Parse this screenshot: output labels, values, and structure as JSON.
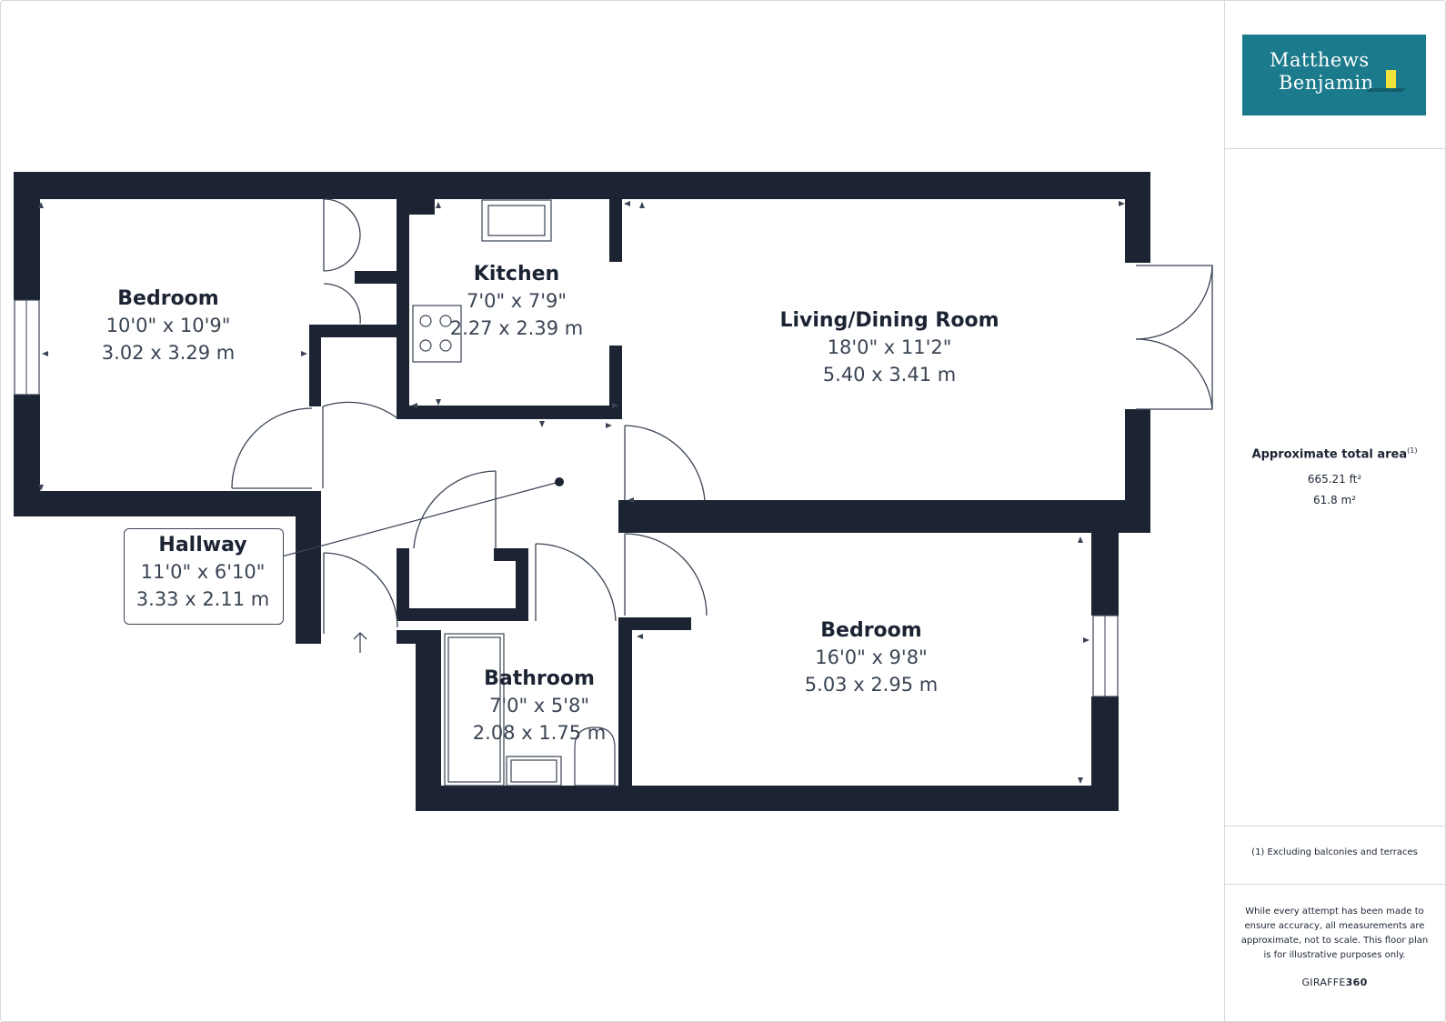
{
  "brand": {
    "logo_line1": "Matthews",
    "logo_line2": "Benjamin",
    "logo_accent_color": "#f2e33d",
    "logo_bg_color": "#1b7a8c"
  },
  "rooms": {
    "bedroom1": {
      "name": "Bedroom",
      "imperial": "10'0\" x 10'9\"",
      "metric": "3.02 x 3.29 m"
    },
    "kitchen": {
      "name": "Kitchen",
      "imperial": "7'0\" x 7'9\"",
      "metric": "2.27 x 2.39 m"
    },
    "living": {
      "name": "Living/Dining Room",
      "imperial": "18'0\" x 11'2\"",
      "metric": "5.40 x 3.41 m"
    },
    "hallway": {
      "name": "Hallway",
      "imperial": "11'0\" x 6'10\"",
      "metric": "3.33 x 2.11 m"
    },
    "bathroom": {
      "name": "Bathroom",
      "imperial": "7'0\" x 5'8\"",
      "metric": "2.08 x 1.75 m"
    },
    "bedroom2": {
      "name": "Bedroom",
      "imperial": "16'0\" x 9'8\"",
      "metric": "5.03 x 2.95 m"
    }
  },
  "area": {
    "title": "Approximate total area",
    "footnote_mark": "(1)",
    "sqft": "665.21 ft²",
    "sqm": "61.8 m²"
  },
  "footnote": "(1) Excluding balconies and terraces",
  "disclaimer": "While every attempt has been made to ensure accuracy, all measurements are approximate, not to scale. This floor plan is for illustrative purposes only.",
  "credit": {
    "prefix": "GIRAFFE",
    "suffix": "360"
  },
  "colors": {
    "wall": "#1c2434",
    "line": "#3a4453",
    "border": "#d5d8dc"
  }
}
